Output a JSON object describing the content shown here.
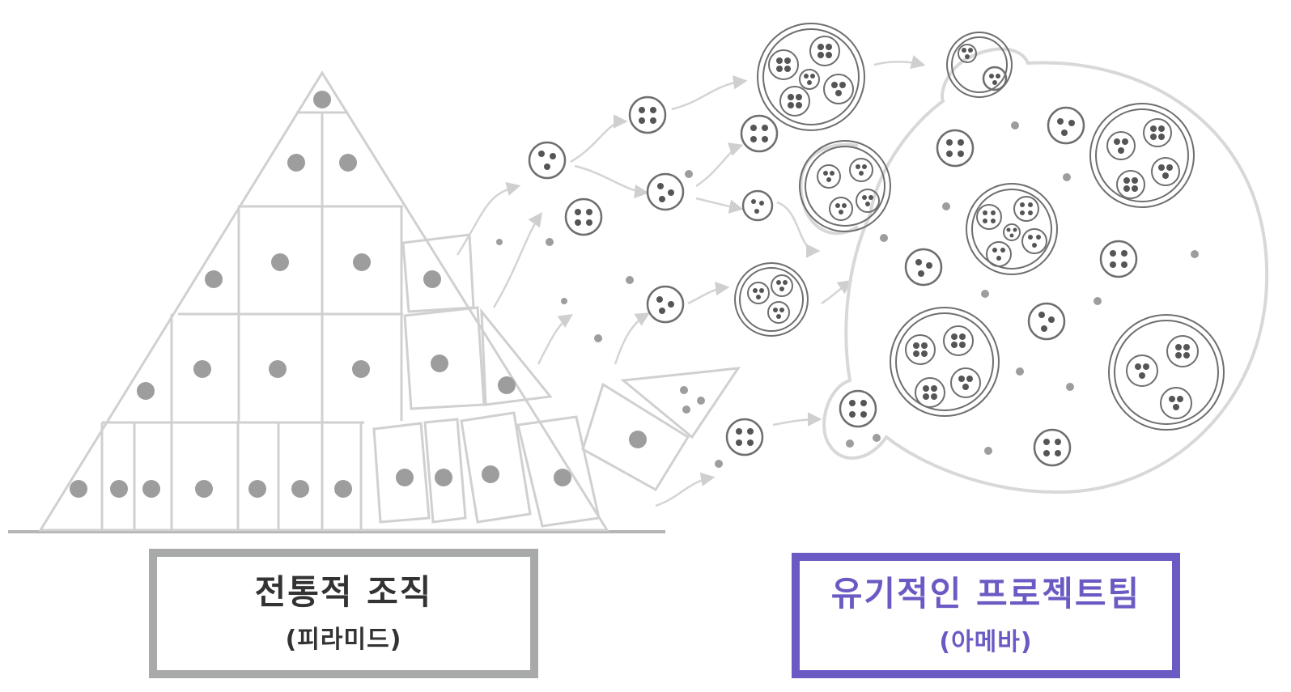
{
  "labels": {
    "traditional": {
      "title": "전통적 조직",
      "subtitle": "(피라미드)",
      "border_color": "#a7aaa8"
    },
    "organic": {
      "title": "유기적인 프로젝트팀",
      "subtitle": "(아메바)",
      "border_color": "#6a5bc4"
    }
  },
  "colors": {
    "line": "#cfcfcf",
    "dot": "#9d9d9d",
    "cell_outline": "#6e6e6e",
    "cell_dot": "#555555",
    "arrow": "#d4d4d4"
  }
}
